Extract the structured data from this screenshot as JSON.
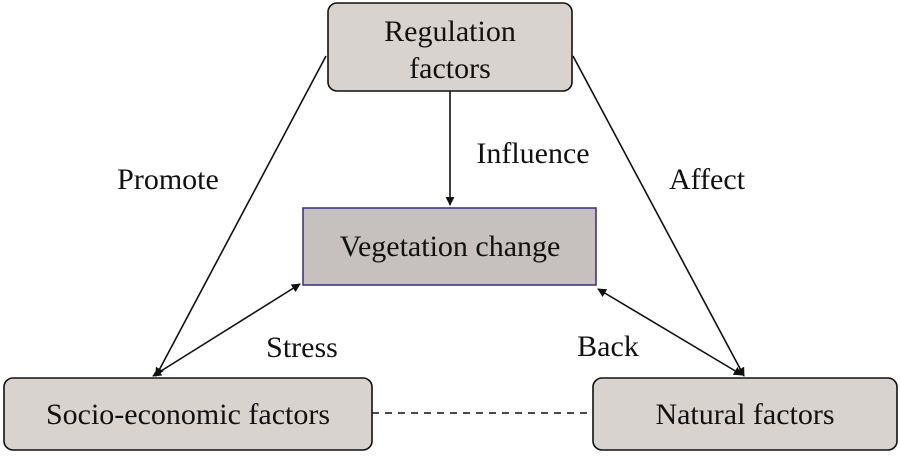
{
  "nodes": {
    "regulation": {
      "line1": "Regulation",
      "line2": "factors"
    },
    "vegetation": {
      "label": "Vegetation change"
    },
    "socio": {
      "label": "Socio-economic factors"
    },
    "natural": {
      "label": "Natural factors"
    }
  },
  "edges": {
    "promote": "Promote",
    "influence": "Influence",
    "affect": "Affect",
    "stress": "Stress",
    "back": "Back"
  },
  "colors": {
    "node_fill": "#d9d3d0",
    "center_fill": "#c6c1be",
    "center_border": "#3a3a8a",
    "line": "#111111"
  }
}
